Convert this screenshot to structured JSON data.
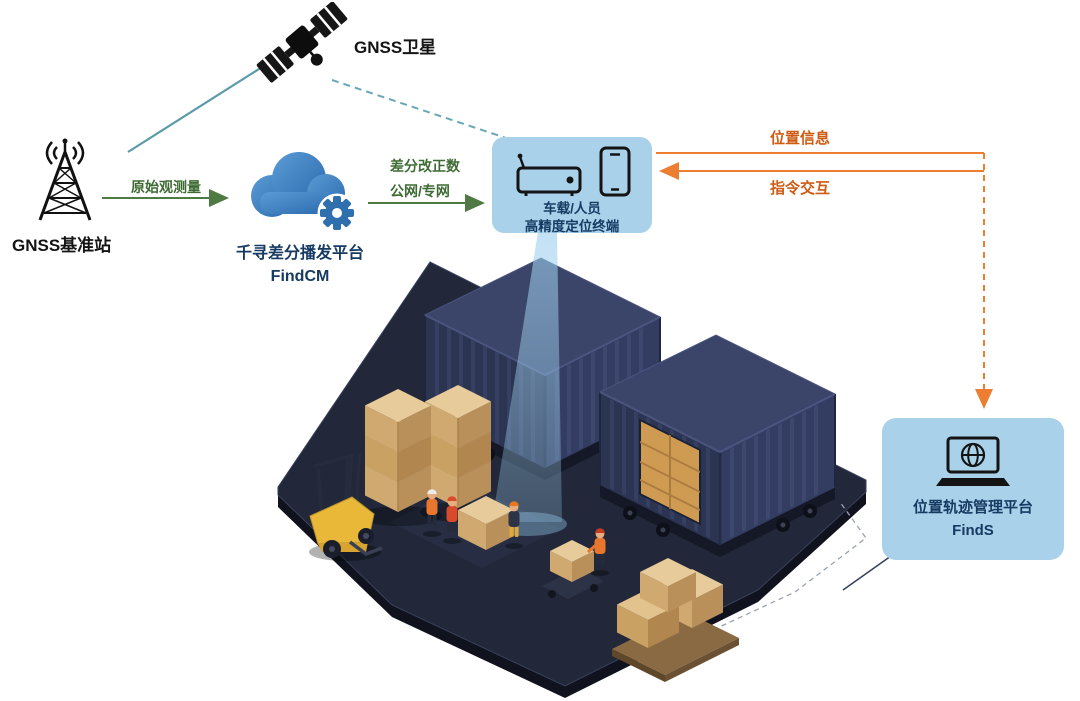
{
  "nodes": {
    "satellite": {
      "label": "GNSS卫星"
    },
    "base_station": {
      "label": "GNSS基准站"
    },
    "cloud_platform": {
      "name": "千寻差分播发平台",
      "product": "FindCM"
    },
    "terminal": {
      "line1": "车载/人员",
      "line2": "高精度定位终端"
    },
    "management_platform": {
      "name": "位置轨迹管理平台",
      "product": "FindS"
    }
  },
  "edges": {
    "raw_observation": {
      "label": "原始观测量"
    },
    "corrections": {
      "line1": "差分改正数",
      "line2": "公网/专网"
    },
    "position_info": {
      "label": "位置信息"
    },
    "command_interaction": {
      "label": "指令交互"
    }
  },
  "icons": {
    "satellite": "satellite-icon",
    "base_station": "radio-tower-icon",
    "cloud_platform": "cloud-gear-icon",
    "terminal_device": "vehicle-terminal-icon",
    "terminal_phone": "smartphone-icon",
    "management_platform": "laptop-globe-icon"
  },
  "colors": {
    "satellite_link_teal": "#5b9aa9",
    "flow_green": "#4f7a43",
    "flow_orange": "#ed7d31",
    "label_green": "#3d6b33",
    "label_orange": "#cf5b13",
    "label_navy": "#173a63",
    "bubble_bg": "#a9d2ea",
    "cloud_blue": "#2e75b6",
    "container_navy": "#2b3450",
    "platform_dark": "#222839",
    "carton_tan": "#d8b583",
    "forklift_yellow": "#e9b838",
    "beam_blue": "#8cc0e4"
  }
}
